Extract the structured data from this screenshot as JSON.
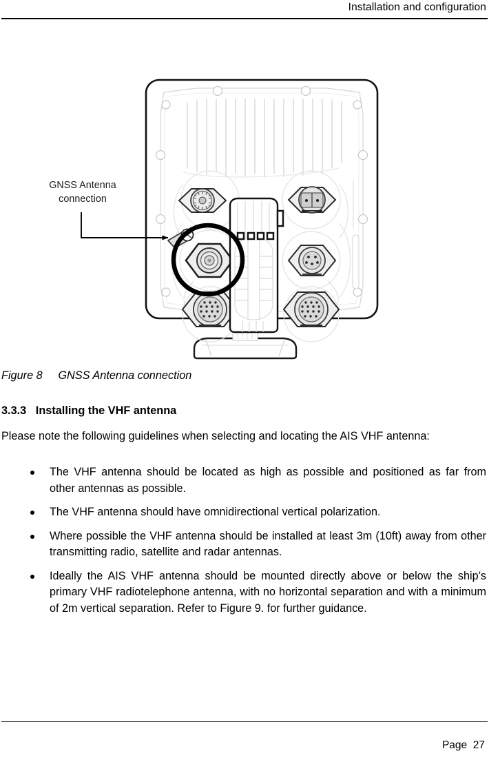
{
  "header": {
    "title": "Installation and configuration"
  },
  "figure": {
    "callout_label_line1": "GNSS Antenna",
    "callout_label_line2": "connection",
    "caption_number": "Figure 8",
    "caption_text": "GNSS Antenna connection",
    "illustration_name": "AIS transponder rear panel with mounting bracket",
    "highlight_color": "#000000",
    "device_fill": "#ffffff",
    "connector_fill": "#e8e8e8"
  },
  "section": {
    "number": "3.3.3",
    "title": "Installing the VHF antenna"
  },
  "body": {
    "intro": "Please note the following guidelines when selecting and locating the AIS VHF antenna:",
    "bullets": [
      "The VHF antenna should be located as high as possible and positioned as far from other antennas as possible.",
      "The VHF antenna should have omnidirectional vertical polarization.",
      "Where possible the VHF antenna should be installed at least 3m (10ft) away from other transmitting radio, satellite and radar antennas.",
      "Ideally the AIS VHF antenna should be mounted directly above or below the ship’s primary VHF radiotelephone antenna, with no horizontal separation and with a minimum of 2m vertical separation. Refer to Figure 9. for further guidance."
    ]
  },
  "footer": {
    "page_label": "Page  27"
  }
}
